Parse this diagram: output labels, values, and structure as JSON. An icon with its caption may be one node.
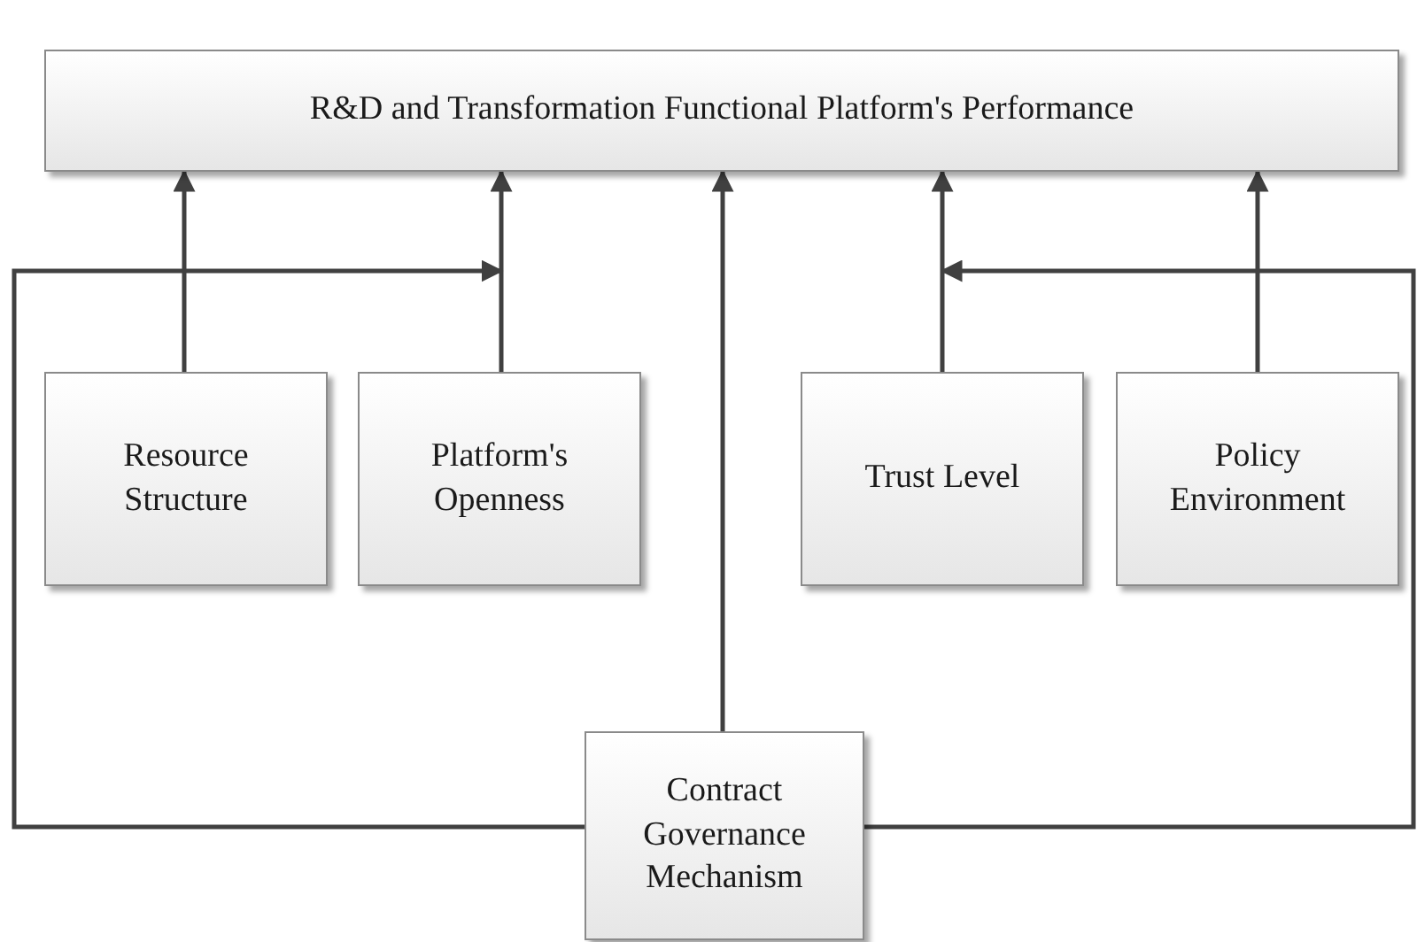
{
  "diagram": {
    "nodes": [
      {
        "text": [
          "R&D and Transformation Functional Platform's  Performance"
        ]
      },
      {
        "text": [
          "Resource Structure"
        ]
      },
      {
        "text": [
          "Platform's Openness"
        ]
      },
      {
        "text": [
          "Trust Level"
        ]
      },
      {
        "text": [
          "Policy Environment"
        ]
      },
      {
        "text": [
          "Contract Governance Mechanism"
        ]
      }
    ],
    "edges": [
      {
        "from": 1,
        "to": 0,
        "arrow": "to"
      },
      {
        "from": 2,
        "to": 0,
        "arrow": "to"
      },
      {
        "from": 5,
        "to": 0,
        "arrow": "to"
      },
      {
        "from": 3,
        "to": 0,
        "arrow": "to"
      },
      {
        "from": 4,
        "to": 0,
        "arrow": "to"
      },
      {
        "from": 5,
        "to": null,
        "arrow": "to"
      },
      {
        "from": 5,
        "to": null,
        "arrow": "to"
      }
    ]
  }
}
